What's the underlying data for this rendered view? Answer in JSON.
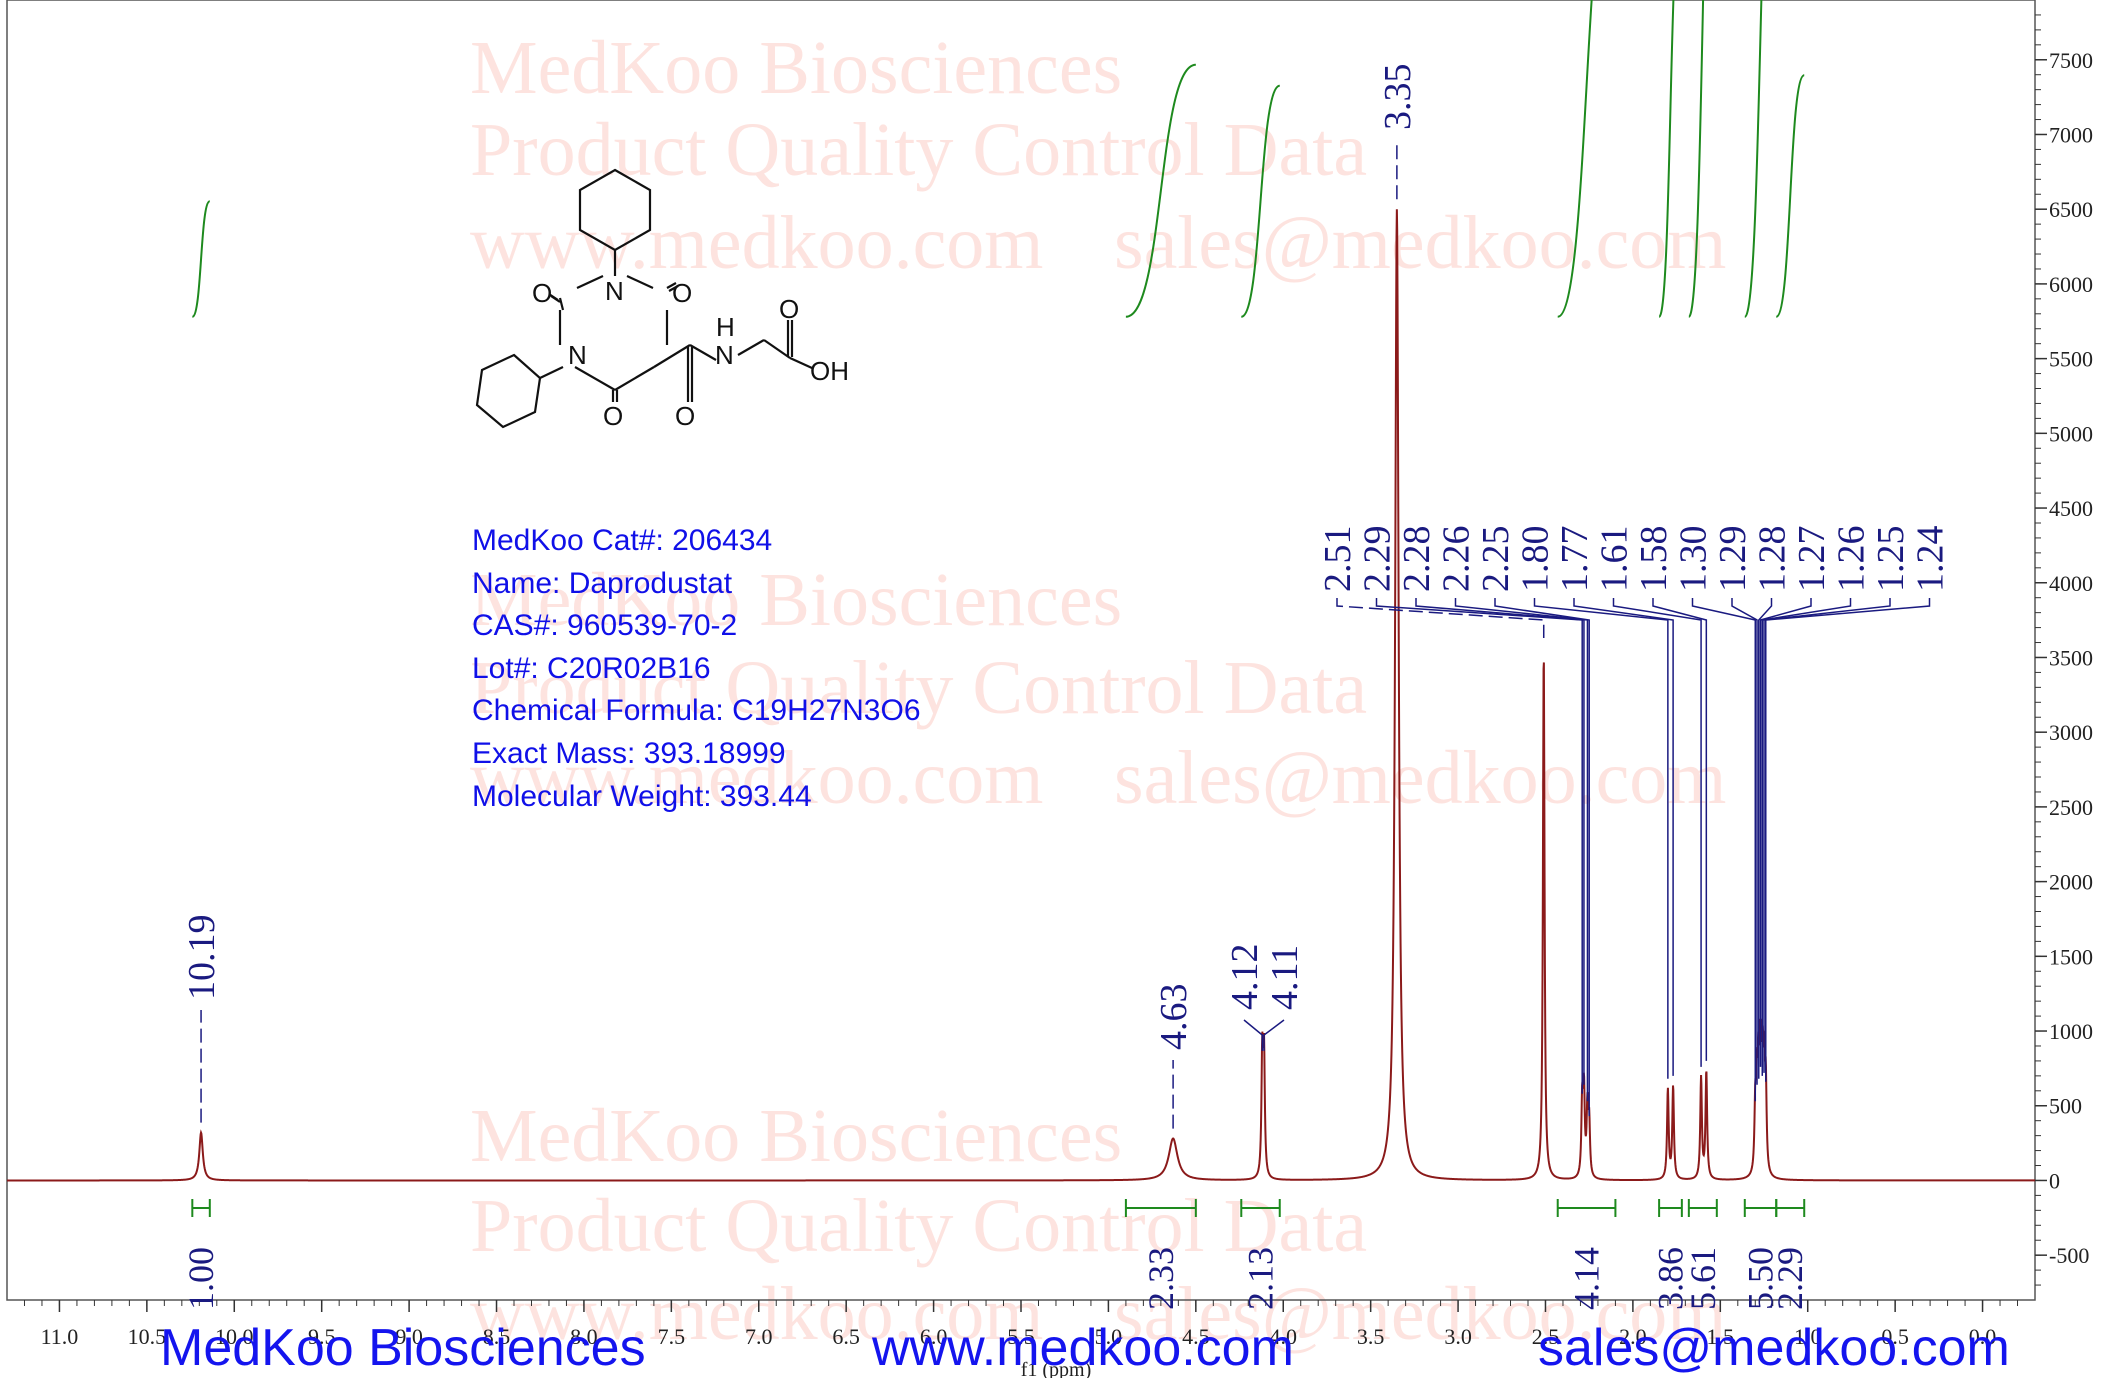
{
  "watermark": {
    "company": "MedKoo Biosciences",
    "qc": "Product Quality Control Data",
    "web": "www.medkoo.com",
    "email": "sales@medkoo.com"
  },
  "product_info": {
    "cat": "MedKoo Cat#: 206434",
    "name": "Name: Daprodustat",
    "cas": "CAS#: 960539-70-2",
    "lot": "Lot#: C20R02B16",
    "formula": "Chemical Formula: C19H27N3O6",
    "exact_mass": "Exact Mass: 393.18999",
    "mw": "Molecular Weight: 393.44"
  },
  "structure_labels": {
    "oxygen": "O",
    "nitrogen": "N",
    "nh": "H",
    "oh": "OH"
  },
  "footer": {
    "company": "MedKoo Biosciences",
    "web": "www.medkoo.com",
    "email": "sales@medkoo.com"
  },
  "colors": {
    "spectrum": "#8b1a1a",
    "integral": "#1e8a1e",
    "peak_label": "#1a1a80",
    "info_text": "#1010e8",
    "watermark": "#fde3df"
  },
  "chart_data": {
    "type": "line",
    "xlabel": "f1 (ppm)",
    "ylabel": "",
    "x_reversed": true,
    "xlim": [
      11.3,
      -0.3
    ],
    "ylim": [
      -800,
      7900
    ],
    "x_ticks": [
      "11.0",
      "10.5",
      "10.0",
      "9.5",
      "9.0",
      "8.5",
      "8.0",
      "7.5",
      "7.0",
      "6.5",
      "6.0",
      "5.5",
      "5.0",
      "4.5",
      "4.0",
      "3.5",
      "3.0",
      "2.5",
      "2.0",
      "1.5",
      "1.0",
      "0.5",
      "0.0"
    ],
    "y_ticks": [
      "-500",
      "0",
      "500",
      "1000",
      "1500",
      "2000",
      "2500",
      "3000",
      "3500",
      "4000",
      "4500",
      "5000",
      "5500",
      "6000",
      "6500",
      "7000",
      "7500"
    ],
    "peaks": [
      {
        "ppm": 10.19,
        "height": 320
      },
      {
        "ppm": 4.63,
        "height": 280
      },
      {
        "ppm": 4.12,
        "height": 800
      },
      {
        "ppm": 4.11,
        "height": 800
      },
      {
        "ppm": 3.35,
        "height": 6500
      },
      {
        "ppm": 2.51,
        "height": 3550
      },
      {
        "ppm": 2.29,
        "height": 500
      },
      {
        "ppm": 2.28,
        "height": 560
      },
      {
        "ppm": 2.26,
        "height": 450
      },
      {
        "ppm": 2.25,
        "height": 350
      },
      {
        "ppm": 1.8,
        "height": 600
      },
      {
        "ppm": 1.77,
        "height": 620
      },
      {
        "ppm": 1.61,
        "height": 680
      },
      {
        "ppm": 1.58,
        "height": 720
      },
      {
        "ppm": 1.3,
        "height": 450
      },
      {
        "ppm": 1.29,
        "height": 560
      },
      {
        "ppm": 1.28,
        "height": 600
      },
      {
        "ppm": 1.27,
        "height": 680
      },
      {
        "ppm": 1.26,
        "height": 620
      },
      {
        "ppm": 1.25,
        "height": 640
      },
      {
        "ppm": 1.24,
        "height": 580
      }
    ],
    "peak_labels": [
      "10.19",
      "4.63",
      "4.12",
      "4.11",
      "3.35",
      "2.51",
      "2.29",
      "2.28",
      "2.26",
      "2.25",
      "1.80",
      "1.77",
      "1.61",
      "1.58",
      "1.30",
      "1.29",
      "1.28",
      "1.27",
      "1.26",
      "1.25",
      "1.24"
    ],
    "integrals": [
      {
        "from": 10.24,
        "to": 10.14,
        "value": "1.00"
      },
      {
        "from": 4.9,
        "to": 4.5,
        "value": "2.33"
      },
      {
        "from": 4.24,
        "to": 4.02,
        "value": "2.13"
      },
      {
        "from": 2.43,
        "to": 2.1,
        "value": "4.14"
      },
      {
        "from": 1.85,
        "to": 1.72,
        "value": "3.86"
      },
      {
        "from": 1.68,
        "to": 1.52,
        "value": "5.61"
      },
      {
        "from": 1.36,
        "to": 1.18,
        "value": "5.50"
      },
      {
        "from": 1.18,
        "to": 1.02,
        "value": "2.29"
      }
    ]
  }
}
